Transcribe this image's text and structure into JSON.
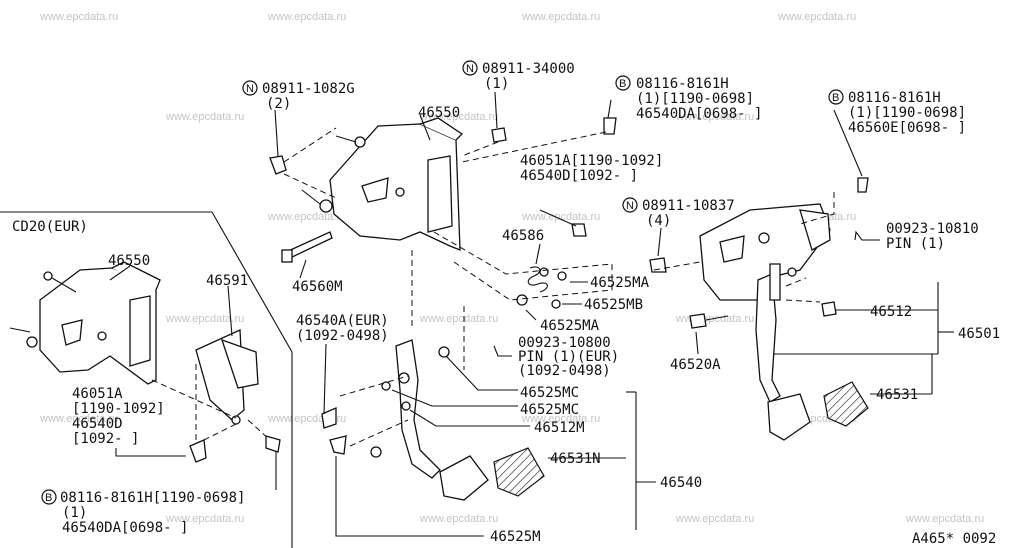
{
  "watermark": "www.epcdata.ru",
  "diagram_code": "A465* 0092",
  "inset_title": "CD20(EUR)",
  "labels": {
    "n_08911_1082g": "08911-1082G",
    "n_08911_1082g_qty": "(2)",
    "n_08911_34000": "08911-34000",
    "n_08911_34000_qty": "(1)",
    "b_08116_8161h_a": "08116-8161H",
    "b_08116_8161h_a_l2": "(1)[1190-0698]",
    "b_46540da_a": "46540DA[0698-     ]",
    "b_08116_8161h_b": "08116-8161H",
    "b_08116_8161h_b_l2": "(1)[1190-0698]",
    "b_46560e": "46560E[0698-     ]",
    "p_46550": "46550",
    "p_46051a": "46051A[1190-1092]",
    "p_46540d": "46540D[1092-     ]",
    "n_08911_10837": "08911-10837",
    "n_08911_10837_qty": "(4)",
    "p_00923_10810": "00923-10810",
    "p_pin1": "PIN (1)",
    "p_46586": "46586",
    "p_46525ma_1": "46525MA",
    "p_46525mb": "46525MB",
    "p_46525ma_2": "46525MA",
    "p_46560m": "46560M",
    "p_46540a_eur": "46540A(EUR)",
    "p_46540a_range": "(1092-0498)",
    "p_00923_10800": "00923-10800",
    "p_pin1_eur": "PIN (1)(EUR)",
    "p_00923_range": "(1092-0498)",
    "p_46525mc_1": "46525MC",
    "p_46525mc_2": "46525MC",
    "p_46512m": "46512M",
    "p_46531n": "46531N",
    "p_46540": "46540",
    "p_46525m": "46525M",
    "p_46512": "46512",
    "p_46501": "46501",
    "p_46520a": "46520A",
    "p_46531": "46531",
    "inset_46550": "46550",
    "inset_46591": "46591",
    "inset_46051a": "46051A",
    "inset_46051a_range": "[1190-1092]",
    "inset_46540d": "46540D",
    "inset_46540d_range": "[1092-     ]",
    "inset_b_08116": "08116-8161H[1190-0698]",
    "inset_b_qty": "(1)",
    "inset_46540da": "46540DA[0698-     ]"
  },
  "symbols": {
    "n": "N",
    "b": "B"
  }
}
